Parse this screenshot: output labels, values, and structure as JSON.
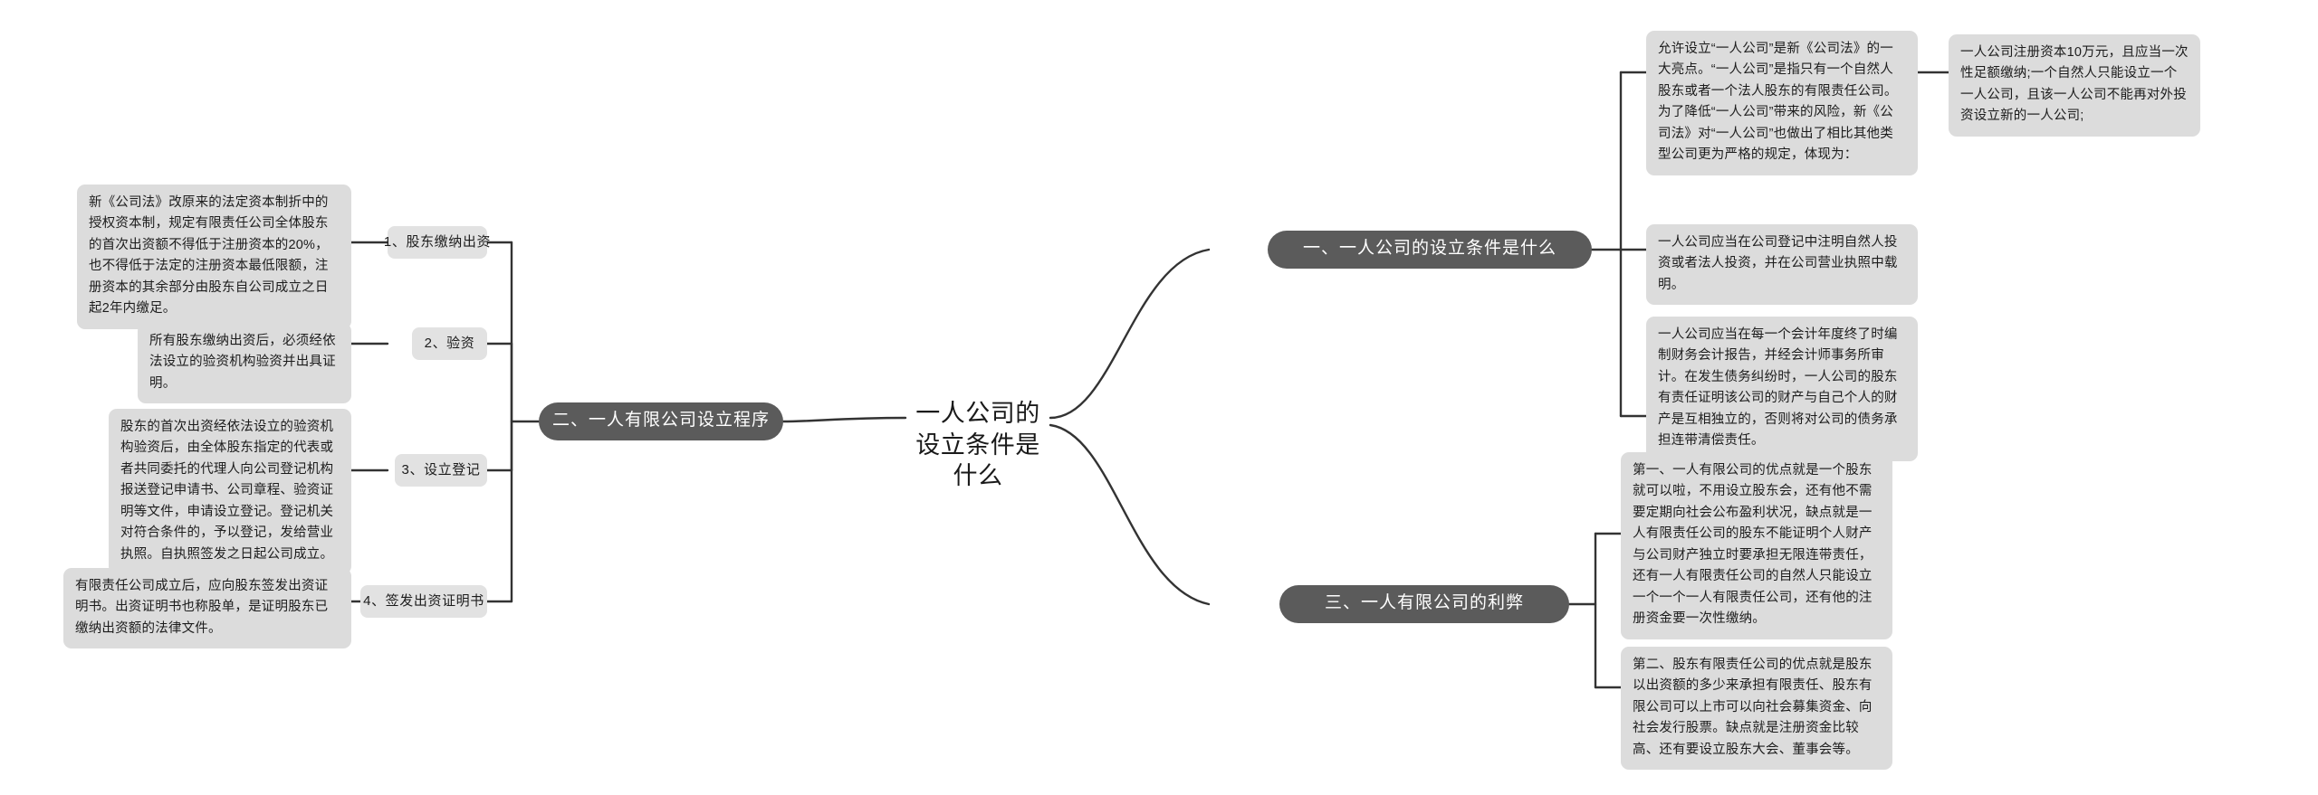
{
  "mindmap": {
    "root": {
      "title": "一人公司的设立条件是什么"
    },
    "branches": [
      {
        "id": "branch-1",
        "side": "right",
        "label": "一、一人公司的设立条件是什么",
        "children": [
          {
            "id": "b1-c1",
            "text": "允许设立“一人公司”是新《公司法》的一大亮点。“一人公司”是指只有一个自然人股东或者一个法人股东的有限责任公司。为了降低“一人公司”带来的风险，新《公司法》对“一人公司”也做出了相比其他类型公司更为严格的规定，体现为：",
            "children": [
              {
                "id": "b1-c1-g1",
                "text": "一人公司注册资本10万元，且应当一次性足额缴纳;一个自然人只能设立一个一人公司，且该一人公司不能再对外投资设立新的一人公司;"
              }
            ]
          },
          {
            "id": "b1-c2",
            "text": "一人公司应当在公司登记中注明自然人投资或者法人投资，并在公司营业执照中载明。",
            "children": []
          },
          {
            "id": "b1-c3",
            "text": "一人公司应当在每一个会计年度终了时编制财务会计报告，并经会计师事务所审计。在发生债务纠纷时，一人公司的股东有责任证明该公司的财产与自己个人的财产是互相独立的，否则将对公司的债务承担连带清偿责任。",
            "children": []
          }
        ]
      },
      {
        "id": "branch-2",
        "side": "left",
        "label": "二、一人有限公司设立程序",
        "children": [
          {
            "id": "b2-c1",
            "label": "1、股东缴纳出资",
            "detail": "新《公司法》改原来的法定资本制折中的授权资本制，规定有限责任公司全体股东的首次出资额不得低于注册资本的20%，也不得低于法定的注册资本最低限额，注册资本的其余部分由股东自公司成立之日起2年内缴足。"
          },
          {
            "id": "b2-c2",
            "label": "2、验资",
            "detail": "所有股东缴纳出资后，必须经依法设立的验资机构验资并出具证明。"
          },
          {
            "id": "b2-c3",
            "label": "3、设立登记",
            "detail": "股东的首次出资经依法设立的验资机构验资后，由全体股东指定的代表或者共同委托的代理人向公司登记机构报送登记申请书、公司章程、验资证明等文件，申请设立登记。登记机关对符合条件的，予以登记，发给营业执照。自执照签发之日起公司成立。"
          },
          {
            "id": "b2-c4",
            "label": "4、签发出资证明书",
            "detail": "有限责任公司成立后，应向股东签发出资证明书。出资证明书也称股单，是证明股东已缴纳出资额的法律文件。"
          }
        ]
      },
      {
        "id": "branch-3",
        "side": "right",
        "label": "三、一人有限公司的利弊",
        "children": [
          {
            "id": "b3-c1",
            "text": "第一、一人有限公司的优点就是一个股东就可以啦，不用设立股东会，还有他不需要定期向社会公布盈利状况，缺点就是一人有限责任公司的股东不能证明个人财产与公司财产独立时要承担无限连带责任，还有一人有限责任公司的自然人只能设立一个一个一人有限责任公司，还有他的注册资金要一次性缴纳。"
          },
          {
            "id": "b3-c2",
            "text": "第二、股东有限责任公司的优点就是股东以出资额的多少来承担有限责任、股东有限公司可以上市可以向社会募集资金、向社会发行股票。缺点就是注册资金比较高、还有要设立股东大会、董事会等。"
          }
        ]
      }
    ],
    "colors": {
      "pill_background": "#5b5b5b",
      "pill_text": "#ffffff",
      "leaf_background": "#dcdcdc",
      "chip_background": "#e2e2e2",
      "edge": "#333333",
      "root_text": "#1a1a1a",
      "page_background": "#ffffff"
    }
  }
}
